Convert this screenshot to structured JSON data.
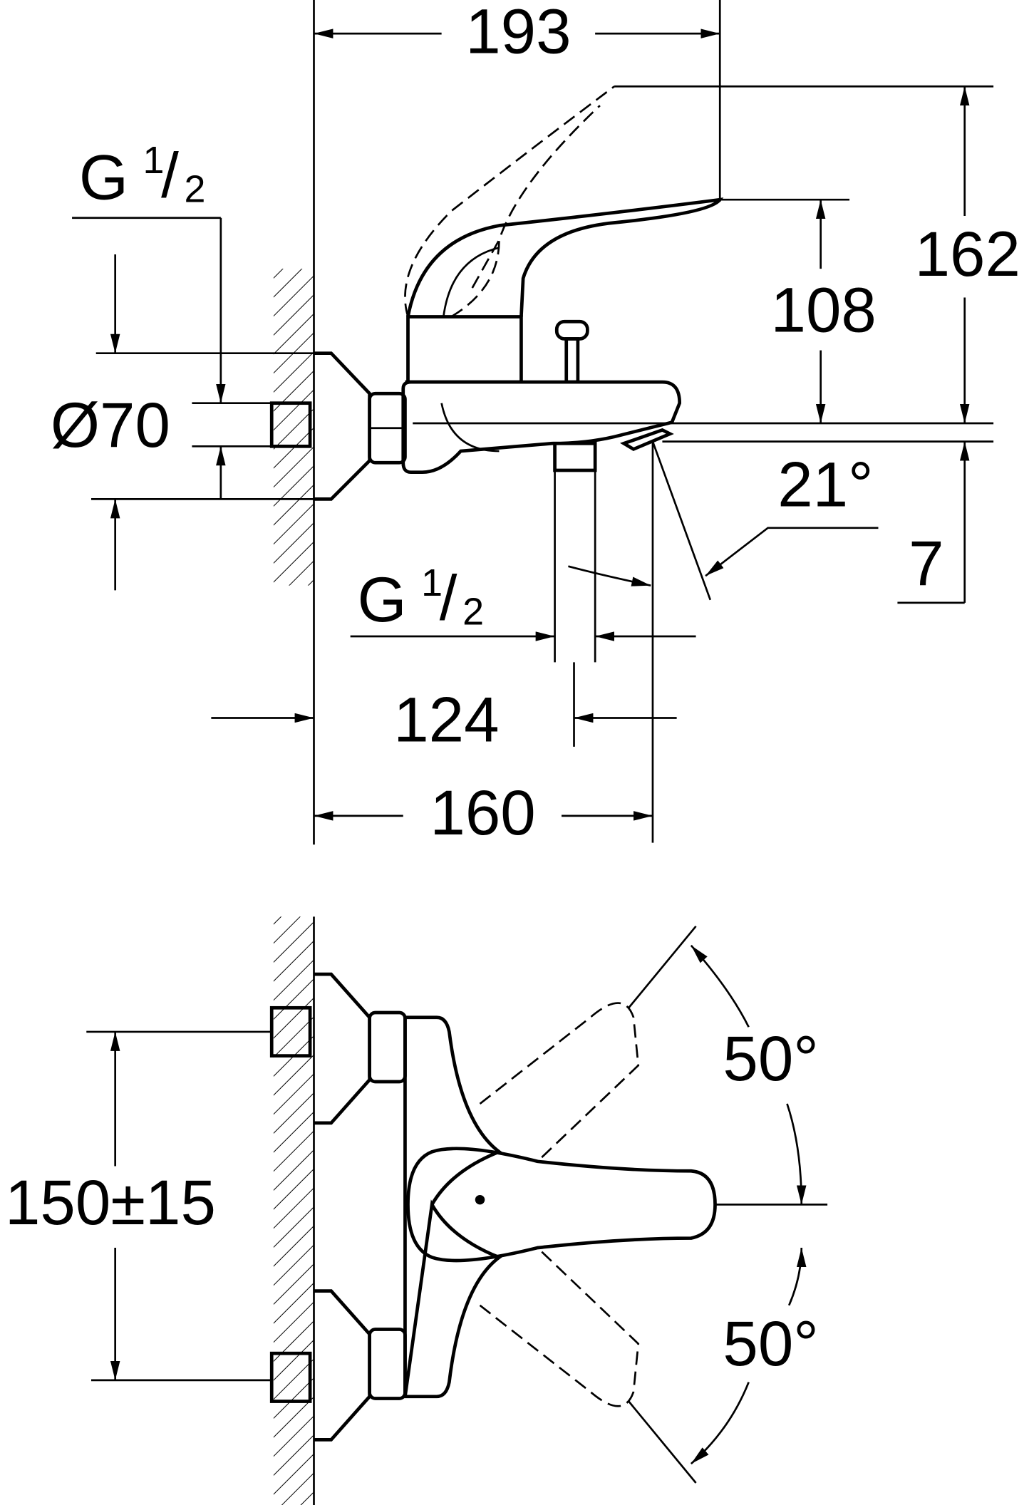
{
  "drawing": {
    "side_view": {
      "overall_width": "193",
      "total_height": "162",
      "spout_height": "108",
      "flange_diameter": "Ø70",
      "inlet_thread": {
        "letter": "G",
        "num": "1",
        "slash": "/",
        "den": "2"
      },
      "spout_angle": "21°",
      "spout_drop": "7",
      "outlet_thread": {
        "letter": "G",
        "num": "1",
        "slash": "/",
        "den": "2"
      },
      "outlet_projection": "124",
      "spout_projection": "160"
    },
    "top_view": {
      "inlet_spacing": "150±15",
      "lever_angle_up": "50°",
      "lever_angle_down": "50°"
    }
  }
}
